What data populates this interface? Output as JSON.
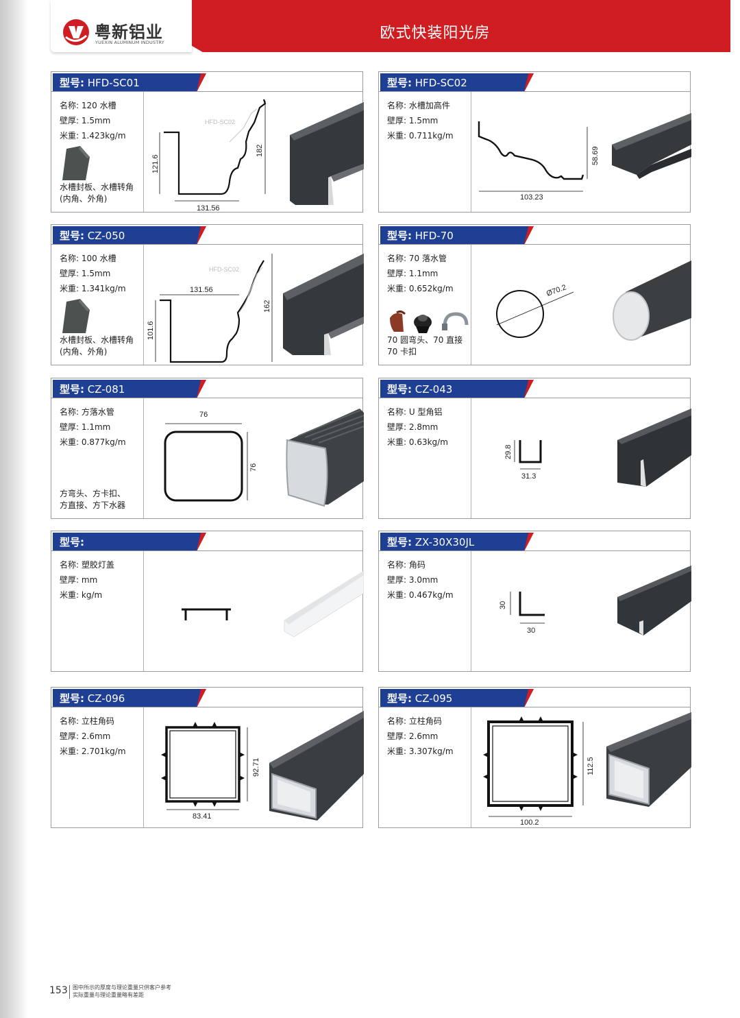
{
  "header": {
    "brand_cn": "粤新铝业",
    "brand_en": "YUEXIN ALUMINUM INDUSTRY",
    "title": "欧式快装阳光房",
    "accent": "#cf1d22"
  },
  "labels": {
    "model": "型号:",
    "name": "名称:",
    "wall": "壁厚:",
    "weight": "米重:"
  },
  "products": [
    {
      "model": "HFD-SC01",
      "name": "120 水槽",
      "wall": "1.5mm",
      "weight": "1.423kg/m",
      "accessories": [
        "水槽封板、水槽转角",
        "(内角、外角)"
      ],
      "dims": {
        "w": "131.56",
        "h": "121.6",
        "total": "182",
        "ghost": "HFD-SC02"
      }
    },
    {
      "model": "HFD-SC02",
      "name": "水槽加高件",
      "wall": "1.5mm",
      "weight": "0.711kg/m",
      "accessories": [],
      "dims": {
        "w": "103.23",
        "h": "58.69"
      }
    },
    {
      "model": "CZ-050",
      "name": "100 水槽",
      "wall": "1.5mm",
      "weight": "1.341kg/m",
      "accessories": [
        "水槽封板、水槽转角",
        "(内角、外角)"
      ],
      "dims": {
        "w": "131.56",
        "h": "101.6",
        "total": "162",
        "ghost": "HFD-SC02"
      }
    },
    {
      "model": "HFD-70",
      "name": "70 落水管",
      "wall": "1.1mm",
      "weight": "0.652kg/m",
      "accessories": [
        "70 圆弯头、70 直接",
        "70 卡扣"
      ],
      "dims": {
        "d": "Ø70.2"
      }
    },
    {
      "model": "CZ-081",
      "name": "方落水管",
      "wall": "1.1mm",
      "weight": "0.877kg/m",
      "accessories": [
        "方弯头、方卡扣、",
        "方直接、方下水器"
      ],
      "dims": {
        "w": "76",
        "h": "76"
      }
    },
    {
      "model": "CZ-043",
      "name": "U 型角铝",
      "wall": "2.8mm",
      "weight": "0.63kg/m",
      "accessories": [],
      "dims": {
        "w": "31.3",
        "h": "29.8"
      }
    },
    {
      "model": "",
      "name": "塑胶灯盖",
      "wall": "mm",
      "weight": "kg/m",
      "accessories": [],
      "dims": {}
    },
    {
      "model": "ZX-30X30JL",
      "name": "角码",
      "wall": "3.0mm",
      "weight": "0.467kg/m",
      "accessories": [],
      "dims": {
        "w": "30",
        "h": "30"
      }
    },
    {
      "model": "CZ-096",
      "name": "立柱角码",
      "wall": "2.6mm",
      "weight": "2.701kg/m",
      "accessories": [],
      "dims": {
        "w": "83.41",
        "h": "92.71"
      }
    },
    {
      "model": "CZ-095",
      "name": "立柱角码",
      "wall": "2.6mm",
      "weight": "3.307kg/m",
      "accessories": [],
      "dims": {
        "w": "100.2",
        "h": "112.5"
      }
    }
  ],
  "footer": {
    "page": "153",
    "note1": "图中所示的厚度与理论重量只供客户参考",
    "note2": "实际重量与理论重量略有差距"
  }
}
